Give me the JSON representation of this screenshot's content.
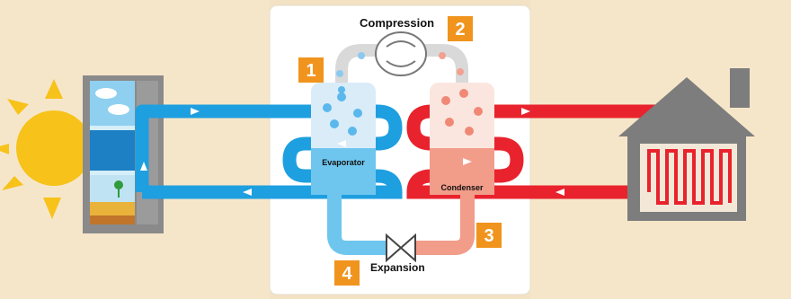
{
  "labels": {
    "compression": "Compression",
    "evaporator": "Evaporator",
    "condenser": "Condenser",
    "expansion": "Expansion"
  },
  "steps": [
    "1",
    "2",
    "3",
    "4"
  ],
  "colors": {
    "background_side": "#f3e2c4",
    "panel": "#ffffff",
    "cold_loop": "#1e9fe0",
    "hot_loop": "#e8232d",
    "cold_liquid": "#6ec6ef",
    "hot_liquid": "#f29c8a",
    "badge": "#f0941e",
    "sun": "#f7c21a",
    "house": "#7d7d7d"
  },
  "icons": [
    "sun-icon",
    "window-icon",
    "house-icon",
    "radiator-icon",
    "compressor-icon",
    "expansion-valve-icon",
    "arrow-icon"
  ]
}
